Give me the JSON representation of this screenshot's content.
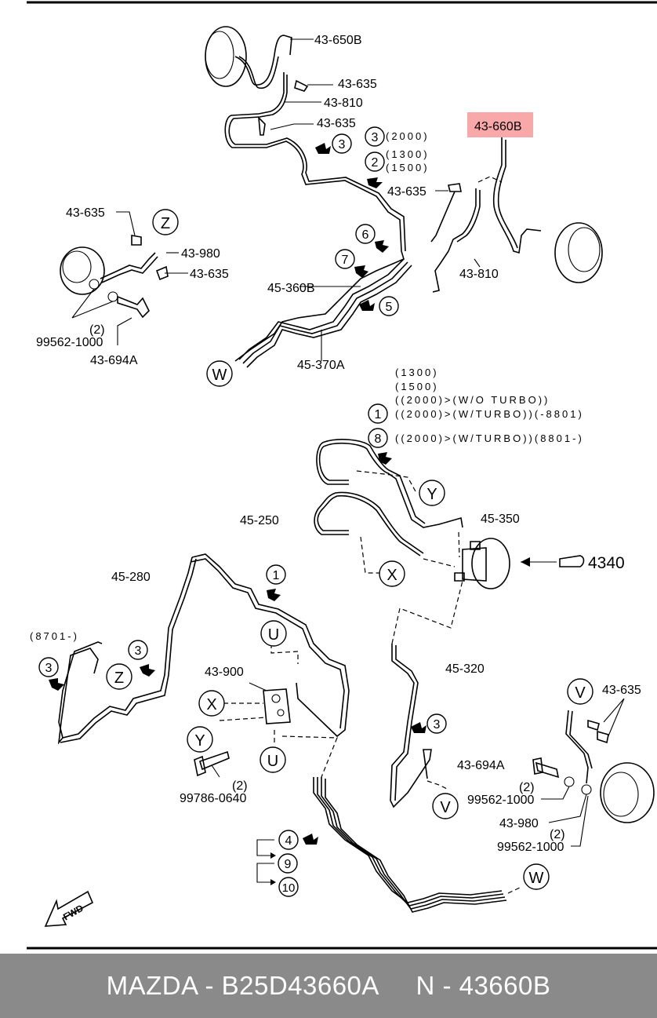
{
  "colors": {
    "highlight": "#f8a8a8",
    "footer_bg": "#8a8a8a",
    "footer_text": "#ffffff"
  },
  "labels": {
    "p43650b": "43-650B",
    "p43635_a": "43-635",
    "p43810_a": "43-810",
    "p43635_b": "43-635",
    "p43660b": "43-660B",
    "p43635_c": "43-635",
    "p43810_b": "43-810",
    "p43635_d": "43-635",
    "p43980_a": "43-980",
    "p43635_e": "43-635",
    "p45360b": "45-360B",
    "p45370a": "45-370A",
    "p99562_a": "99562-1000",
    "q2_a": "(2)",
    "p43694a_a": "43-694A",
    "p45250": "45-250",
    "p45350": "45-350",
    "p4340": "4340",
    "p45280": "45-280",
    "p43900": "43-900",
    "p45320": "45-320",
    "p43635_f": "43-635",
    "p43694a_b": "43-694A",
    "q2_b": "(2)",
    "p99562_b": "99562-1000",
    "p43980_b": "43-980",
    "q2_c": "(2)",
    "p99562_c": "99562-1000",
    "q2_d": "(2)",
    "p99786": "99786-0640",
    "fwd": "FWD"
  },
  "notes": {
    "n3": "(2000)",
    "n2a": "(1300)",
    "n2b": "(1500)",
    "v1": "(1300)",
    "v2": "(1500)",
    "v3": "((2000)>(W/O TURBO))",
    "v4": "((2000)>(W/TURBO))(-8801)",
    "v5": "((2000)>(W/TURBO))(8801-)",
    "v6": "(8701-)"
  },
  "markers": {
    "c3a": "3",
    "c3b": "3",
    "c2": "2",
    "c6": "6",
    "c7": "7",
    "c5": "5",
    "c1a": "1",
    "c8": "8",
    "c1b": "1",
    "c3c": "3",
    "c3d": "3",
    "c3e": "3",
    "c4": "4",
    "c9": "9",
    "c10": "10",
    "lz1": "Z",
    "lw1": "W",
    "ly1": "Y",
    "lx1": "X",
    "lz2": "Z",
    "lu1": "U",
    "lx2": "X",
    "ly2": "Y",
    "lu2": "U",
    "lv1": "V",
    "lv2": "V",
    "lw2": "W"
  },
  "footer": {
    "text": "MAZDA - B25D43660A     N - 43660B"
  }
}
